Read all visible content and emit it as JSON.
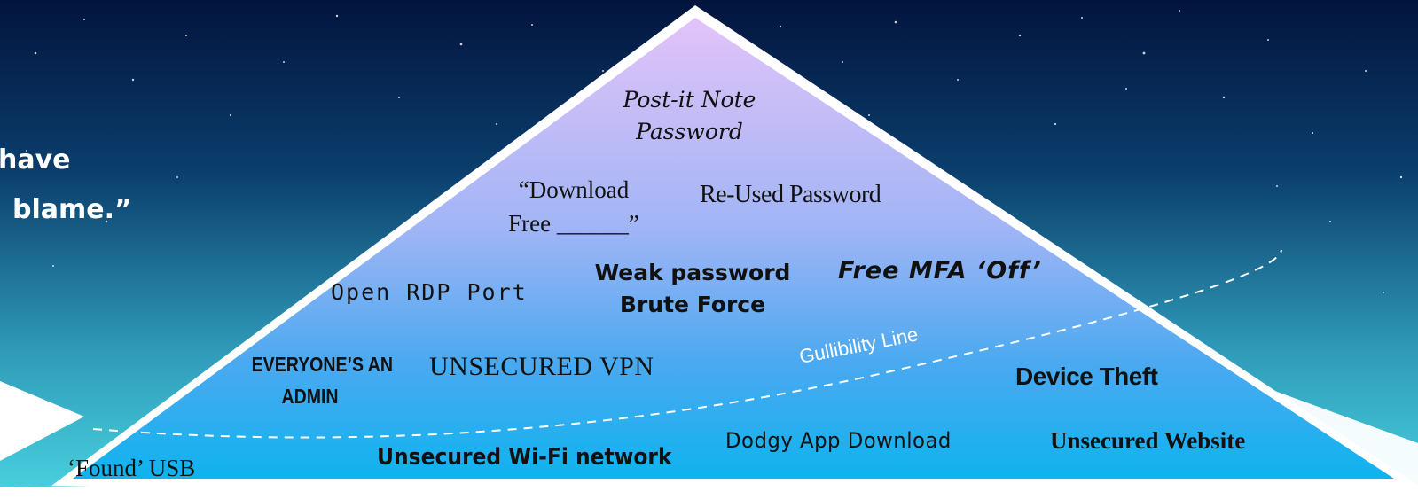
{
  "quote": {
    "line1": "have",
    "line2": "blame.”"
  },
  "labels": {
    "post_it_line1": "Post-it Note",
    "post_it_line2": "Password",
    "download_line1": "“Download",
    "download_line2": "Free ______”",
    "reused_password": "Re-Used Password",
    "open_rdp": "Open RDP Port",
    "weak_password_line1": "Weak password",
    "weak_password_line2": "Brute Force",
    "free_mfa": "Free MFA ‘Off’",
    "everyone_admin_line1": "EVERYONE’S AN",
    "everyone_admin_line2": "ADMIN",
    "unsecured_vpn": "UNSECURED VPN",
    "gullibility_line": "Gullibility Line",
    "device_theft": "Device Theft",
    "found_usb": "‘Found’ USB",
    "unsecured_wifi": "Unsecured Wi-Fi network",
    "dodgy_app": "Dodgy App Download",
    "unsecured_website": "Unsecured Website"
  },
  "colors": {
    "sky_top": "#041a45",
    "sky_bottom": "#3fc8dc",
    "pyramid_top": "#e0c2f7",
    "pyramid_mid": "#8fb6f5",
    "pyramid_bottom": "#10b0ee",
    "outline": "#ffffff"
  }
}
